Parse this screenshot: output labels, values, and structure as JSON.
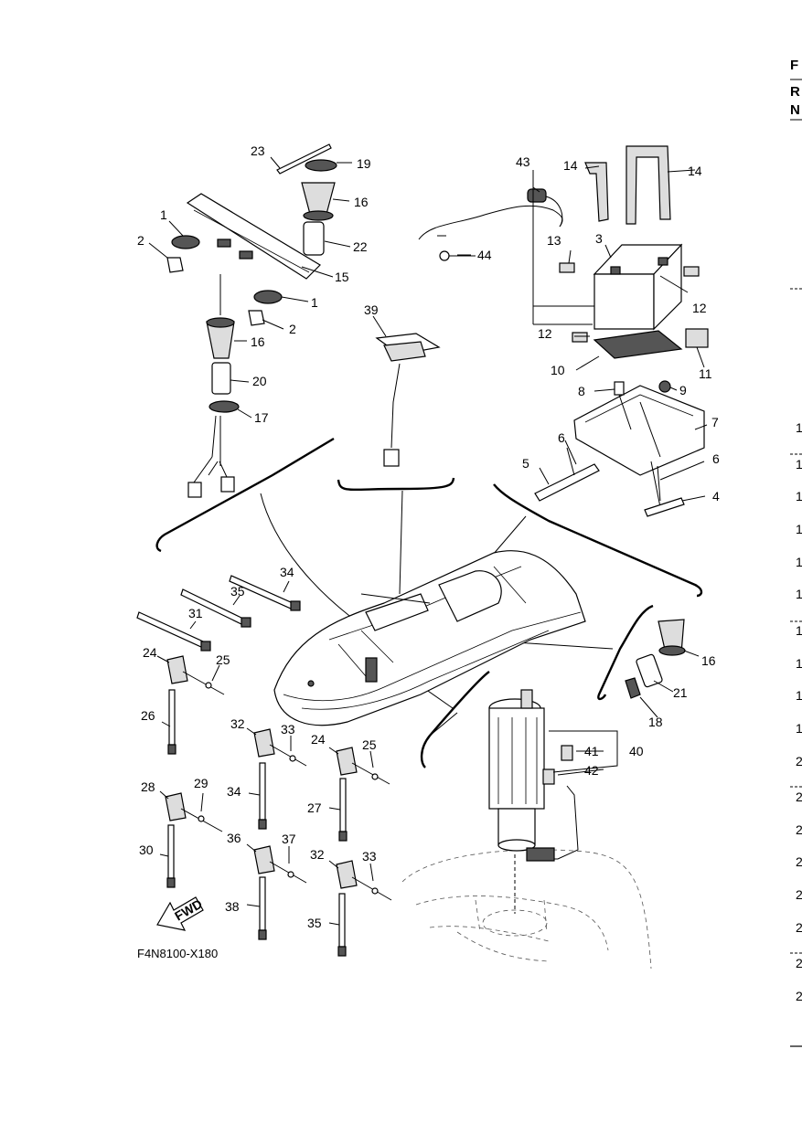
{
  "figure_code": "F4N8100-X180",
  "fwd_label": "FWD",
  "edge_text": {
    "header": [
      "F",
      "R",
      "N"
    ],
    "row_numbers": [
      "1",
      "1",
      "1",
      "1",
      "1",
      "1",
      "1",
      "1",
      "1",
      "1",
      "2",
      "2",
      "2",
      "2",
      "2",
      "2",
      "2",
      "2"
    ]
  },
  "callouts": [
    {
      "id": "c23",
      "label": "23"
    },
    {
      "id": "c19",
      "label": "19"
    },
    {
      "id": "c16a",
      "label": "16"
    },
    {
      "id": "c1a",
      "label": "1"
    },
    {
      "id": "c2a",
      "label": "2"
    },
    {
      "id": "c22",
      "label": "22"
    },
    {
      "id": "c15",
      "label": "15"
    },
    {
      "id": "c1b",
      "label": "1"
    },
    {
      "id": "c2b",
      "label": "2"
    },
    {
      "id": "c16b",
      "label": "16"
    },
    {
      "id": "c20",
      "label": "20"
    },
    {
      "id": "c17",
      "label": "17"
    },
    {
      "id": "c39",
      "label": "39"
    },
    {
      "id": "c43",
      "label": "43"
    },
    {
      "id": "c44",
      "label": "44"
    },
    {
      "id": "c14a",
      "label": "14"
    },
    {
      "id": "c14b",
      "label": "14"
    },
    {
      "id": "c13",
      "label": "13"
    },
    {
      "id": "c3",
      "label": "3"
    },
    {
      "id": "c12a",
      "label": "12"
    },
    {
      "id": "c12b",
      "label": "12"
    },
    {
      "id": "c10",
      "label": "10"
    },
    {
      "id": "c11",
      "label": "11"
    },
    {
      "id": "c8",
      "label": "8"
    },
    {
      "id": "c9",
      "label": "9"
    },
    {
      "id": "c7",
      "label": "7"
    },
    {
      "id": "c6a",
      "label": "6"
    },
    {
      "id": "c5",
      "label": "5"
    },
    {
      "id": "c6b",
      "label": "6"
    },
    {
      "id": "c4",
      "label": "4"
    },
    {
      "id": "c34a",
      "label": "34"
    },
    {
      "id": "c35a",
      "label": "35"
    },
    {
      "id": "c31",
      "label": "31"
    },
    {
      "id": "c24a",
      "label": "24"
    },
    {
      "id": "c25a",
      "label": "25"
    },
    {
      "id": "c26",
      "label": "26"
    },
    {
      "id": "c32a",
      "label": "32"
    },
    {
      "id": "c33a",
      "label": "33"
    },
    {
      "id": "c24b",
      "label": "24"
    },
    {
      "id": "c25b",
      "label": "25"
    },
    {
      "id": "c34b",
      "label": "34"
    },
    {
      "id": "c27",
      "label": "27"
    },
    {
      "id": "c28",
      "label": "28"
    },
    {
      "id": "c29",
      "label": "29"
    },
    {
      "id": "c30",
      "label": "30"
    },
    {
      "id": "c36",
      "label": "36"
    },
    {
      "id": "c37",
      "label": "37"
    },
    {
      "id": "c32b",
      "label": "32"
    },
    {
      "id": "c33b",
      "label": "33"
    },
    {
      "id": "c38",
      "label": "38"
    },
    {
      "id": "c35b",
      "label": "35"
    },
    {
      "id": "c16c",
      "label": "16"
    },
    {
      "id": "c21",
      "label": "21"
    },
    {
      "id": "c18",
      "label": "18"
    },
    {
      "id": "c41",
      "label": "41"
    },
    {
      "id": "c40",
      "label": "40"
    },
    {
      "id": "c42",
      "label": "42"
    }
  ]
}
